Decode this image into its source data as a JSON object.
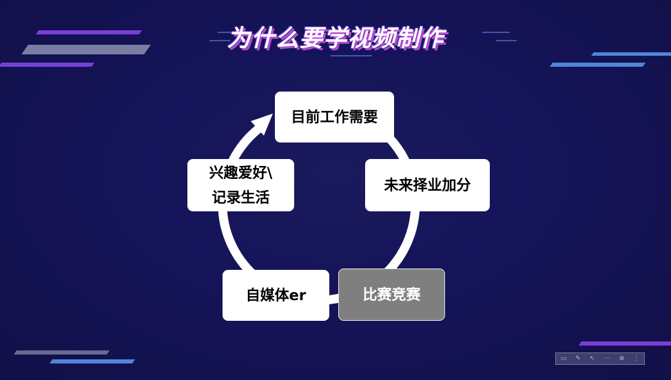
{
  "title": "为什么要学视频制作",
  "nodes": {
    "current_work": "目前工作需要",
    "future_career": "未来择业加分",
    "competition": "比赛竞赛",
    "self_media": "自媒体er",
    "hobby_line1": "兴趣爱好\\",
    "hobby_line2": "记录生活"
  },
  "colors": {
    "background": "#13124a",
    "node_fill": "#ffffff",
    "highlight_fill": "#7f7f7f",
    "title_shadow": "#b14bd6",
    "accent_purple": "#7a3fd6",
    "accent_blue": "#4f86d9",
    "stripe_gray": "#8c90b0"
  },
  "icons": {
    "cycle": "circular-arrow-icon",
    "playback": [
      "pen-icon",
      "marker-icon",
      "cursor-icon",
      "more-icon",
      "zoom-icon",
      "menu-icon"
    ]
  }
}
